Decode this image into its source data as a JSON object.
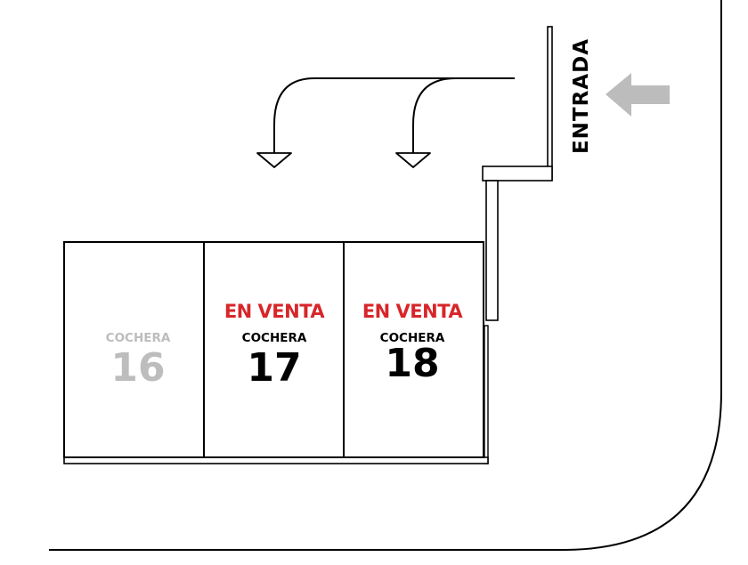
{
  "entrance": {
    "label": "ENTRADA",
    "arrow_icon": "arrow-left-icon",
    "arrow_color": "#bcbcbc"
  },
  "colors": {
    "line": "#000000",
    "sale": "#d7262a",
    "unavailable": "#bdbdbd",
    "available": "#000000",
    "background": "#ffffff"
  },
  "spaces": [
    {
      "id": "16",
      "word": "COCHERA",
      "number": "16",
      "sale_label": "",
      "status": "unavailable"
    },
    {
      "id": "17",
      "word": "COCHERA",
      "number": "17",
      "sale_label": "EN VENTA",
      "status": "for-sale"
    },
    {
      "id": "18",
      "word": "COCHERA",
      "number": "18",
      "sale_label": "EN VENTA",
      "status": "for-sale"
    }
  ],
  "flow_arrows": [
    {
      "target": "17",
      "icon": "curved-arrow-down-icon"
    },
    {
      "target": "18",
      "icon": "curved-arrow-down-icon"
    }
  ]
}
